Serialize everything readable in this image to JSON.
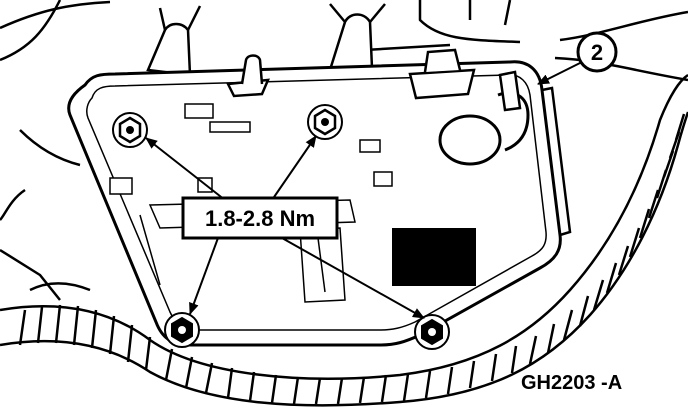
{
  "diagram": {
    "torque_label": "1.8-2.8 Nm",
    "callout_number": "2",
    "figure_id": "GH2203 -A"
  }
}
